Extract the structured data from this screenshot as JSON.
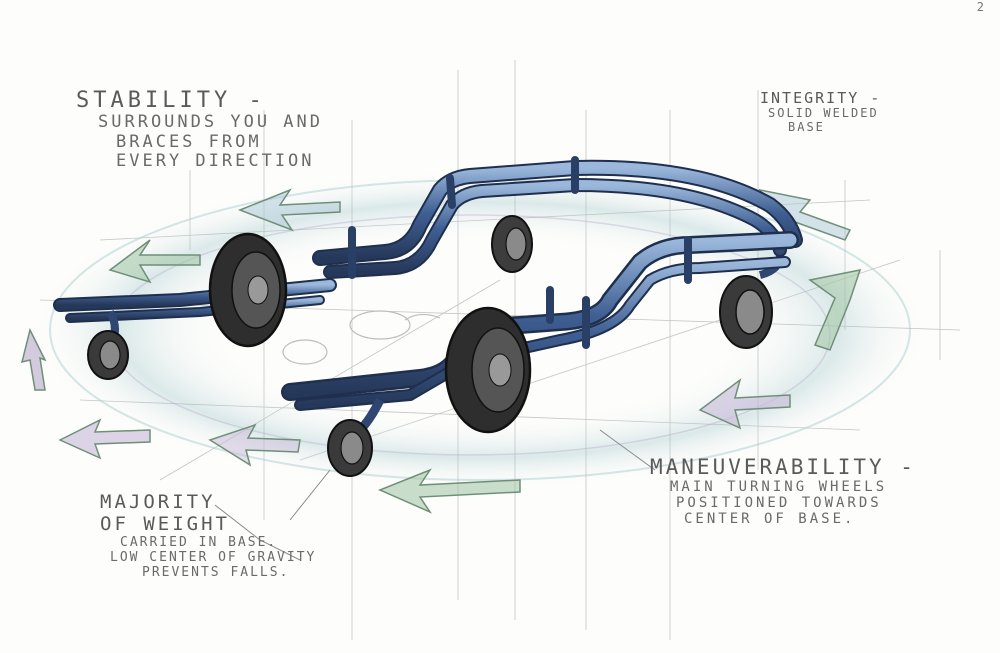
{
  "sketch": {
    "page_mark": "2",
    "notes": {
      "stability": {
        "heading": "Stability -",
        "lines": [
          "Surrounds you and",
          "braces from",
          "every direction"
        ]
      },
      "integrity": {
        "heading": "Integrity -",
        "lines": [
          "Solid welded",
          "base"
        ]
      },
      "weight": {
        "heading": "Majority",
        "lines": [
          "of weight",
          "carried in base.",
          "Low center of gravity",
          "prevents falls."
        ]
      },
      "maneuverability": {
        "heading": "Maneuverability -",
        "lines": [
          "Main turning wheels",
          "positioned towards",
          "center of base."
        ]
      }
    },
    "colors": {
      "tube": "#3f5f93",
      "tube_highlight": "#8fb0d8",
      "tire": "#2b2b2b",
      "arrow_green": "#8fb89a",
      "arrow_purple": "#a392b8",
      "construction_line": "#bdbdbd"
    }
  }
}
